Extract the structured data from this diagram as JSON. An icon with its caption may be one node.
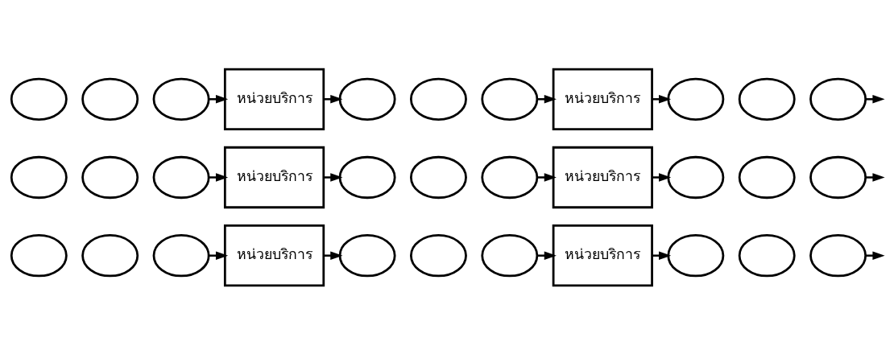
{
  "diagram": {
    "nodes": [
      {
        "text": [],
        "shape": "circle"
      },
      {
        "text": [],
        "shape": "circle"
      },
      {
        "text": [],
        "shape": "circle"
      },
      {
        "text": [
          "หน่วยบริการ"
        ]
      },
      {
        "text": [],
        "shape": "circle"
      },
      {
        "text": [],
        "shape": "circle"
      },
      {
        "text": [],
        "shape": "circle"
      },
      {
        "text": [
          "หน่วยบริการ"
        ]
      },
      {
        "text": [],
        "shape": "circle"
      },
      {
        "text": [],
        "shape": "circle"
      },
      {
        "text": [],
        "shape": "circle"
      },
      {
        "text": [],
        "shape": "circle"
      },
      {
        "text": [],
        "shape": "circle"
      },
      {
        "text": [],
        "shape": "circle"
      },
      {
        "text": [
          "หน่วยบริการ"
        ]
      },
      {
        "text": [],
        "shape": "circle"
      },
      {
        "text": [],
        "shape": "circle"
      },
      {
        "text": [],
        "shape": "circle"
      },
      {
        "text": [
          "หน่วยบริการ"
        ]
      },
      {
        "text": [],
        "shape": "circle"
      },
      {
        "text": [],
        "shape": "circle"
      },
      {
        "text": [],
        "shape": "circle"
      },
      {
        "text": [],
        "shape": "circle"
      },
      {
        "text": [],
        "shape": "circle"
      },
      {
        "text": [],
        "shape": "circle"
      },
      {
        "text": [
          "หน่วยบริการ"
        ]
      },
      {
        "text": [],
        "shape": "circle"
      },
      {
        "text": [],
        "shape": "circle"
      },
      {
        "text": [],
        "shape": "circle"
      },
      {
        "text": [
          "หน่วยบริการ"
        ]
      },
      {
        "text": [],
        "shape": "circle"
      },
      {
        "text": [],
        "shape": "circle"
      },
      {
        "text": [],
        "shape": "circle"
      }
    ],
    "edges": [
      {
        "from": 2,
        "to": 3,
        "arrow": "to"
      },
      {
        "from": 3,
        "to": 4,
        "arrow": "to"
      },
      {
        "from": 6,
        "to": 7,
        "arrow": "to"
      },
      {
        "from": 7,
        "to": 8,
        "arrow": "to"
      },
      {
        "from": 10,
        "to": null,
        "arrow": "to"
      },
      {
        "from": 13,
        "to": 14,
        "arrow": "to"
      },
      {
        "from": 14,
        "to": 15,
        "arrow": "to"
      },
      {
        "from": 17,
        "to": 18,
        "arrow": "to"
      },
      {
        "from": 18,
        "to": 19,
        "arrow": "to"
      },
      {
        "from": 21,
        "to": null,
        "arrow": "to"
      },
      {
        "from": 24,
        "to": 25,
        "arrow": "to"
      },
      {
        "from": 25,
        "to": 26,
        "arrow": "to"
      },
      {
        "from": 28,
        "to": 29,
        "arrow": "to"
      },
      {
        "from": 29,
        "to": 30,
        "arrow": "to"
      },
      {
        "from": 32,
        "to": null,
        "arrow": "to"
      }
    ]
  }
}
